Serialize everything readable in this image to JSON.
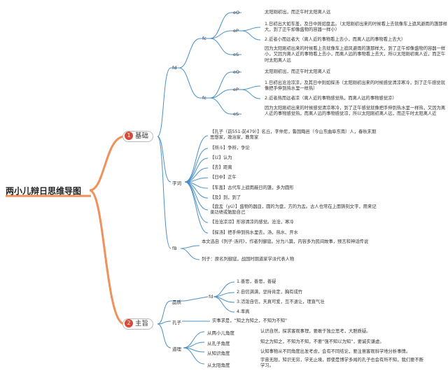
{
  "root": "两小儿辩日思维导图",
  "colors": {
    "accent": "#f0905a",
    "branch": "#4a90c8",
    "badge": "#d94a38"
  },
  "b1": {
    "badge": "1",
    "label": "基础",
    "fd": "fd",
    "fc1": {
      "label": "fc",
      "e0": {
        "label": "eO",
        "text": "太阳刚初出，而正午时太阳离人远"
      },
      "eP": {
        "label": "eP",
        "t1": "1.日初出大如车盖，及日中则如盘盂。（太阳刚初出来的时候看上去就像车上遮风避雨的篷那样大，到了正午却像盛物的容器一样小）",
        "t2": "2.近者小而远者大（离人近的事物看上去小，而离人远的事物看上去大）"
      },
      "eS": {
        "label": "eS",
        "text": "因为太阳刚初出来的时候看上去就像车上遮风避雨的篷那样大，到了正午却像盛物的容器一样小，又因为离人近的事物看上去小，而离人远的事物看上去大，所以太阳刚初离人近，而正午时太阳离人远"
      }
    },
    "fc2": {
      "label": "fc",
      "e0": {
        "label": "eO",
        "text": "太阳刚初出，而正午时太阳离人近"
      },
      "eP": {
        "label": "eP",
        "t1": "1.日初出沧沧凉凉，及其日中则如探汤（太阳刚初出来的时候感觉清凉寒冷，到了正午感觉就像把手伸到热水里一样热）",
        "t2": "2.近者热而远者凉（离人近的事物感觉热，而离人远的事物感觉凉）"
      },
      "eS": {
        "label": "eS",
        "text": "因为太阳刚初出来的时候感觉清凉寒冷，到了正午感觉就像把手伸到热水里一样热，又因为离人近的事物感觉热，而离人远的事物感觉凉，所以太阳刚初离人远，而正午时太阳离人近"
      }
    },
    "ci": {
      "label": "字词",
      "items": [
        "【孔子（前551-前479）】名丘，字仲尼，鲁国陬邑（今山东曲阜东南）人，春秋末期思想家，政治家，教育家",
        "【辩斗】争辩，争论",
        "【以】认为",
        "【去】距离",
        "【日中】正午",
        "【车盖】古代车上遮雨蔽日的篷，多为圆形",
        "【及】到，到了",
        "【盘盂（yú）】盛物的器皿，圆的为盘，方的为盂。古人也常在上面铸刻文字，用来记录功绩或勉励自己",
        "【沧沧凉凉】形容清凉的感觉。沧沧，寒冷",
        "【探汤】把手伸到热水里去。汤，热水、开水"
      ]
    },
    "fb": {
      "label": "fB",
      "t1": "本文选自《列子·汤问》，作者列御寇。分为八篇，内容多为民间故事，预言和神话传说",
      "t2": "列子：原名列御寇，战国时期道家学派代表人物"
    }
  },
  "b2": {
    "badge": "2",
    "label": "主旨",
    "pz": {
      "label": "品质",
      "fd": "fd",
      "items": [
        "1.善思，善思，善疑",
        "2.自信满满，坚持肯定，胸有成竹",
        "3.活泼自信，天真可爱，互不退让，理直气壮",
        "4.率真"
      ]
    },
    "kz": {
      "label": "孔子",
      "text": "实事求是，“知之为知之，不知为不知”"
    },
    "dl": {
      "label": "道理",
      "items": [
        {
          "label": "从两小儿角度",
          "text": "认识自然，探求客观事理，要敢于独立思考，大胆质疑。"
        },
        {
          "label": "从孔子角度",
          "text": "知之为知之，不知为不知，不要“强不知以为知”，要诚实谦虚。"
        },
        {
          "label": "从知识角度",
          "text": "认知事物从不同角度出发考虑，会有不同结论，要注意客观科学地分析事情。"
        },
        {
          "label": "从太阳角度",
          "text": "宇宙无限，知识无穷，学无止境，即使是博学多闻的孔子也会有所不知，我们要不断学习。"
        }
      ]
    }
  }
}
